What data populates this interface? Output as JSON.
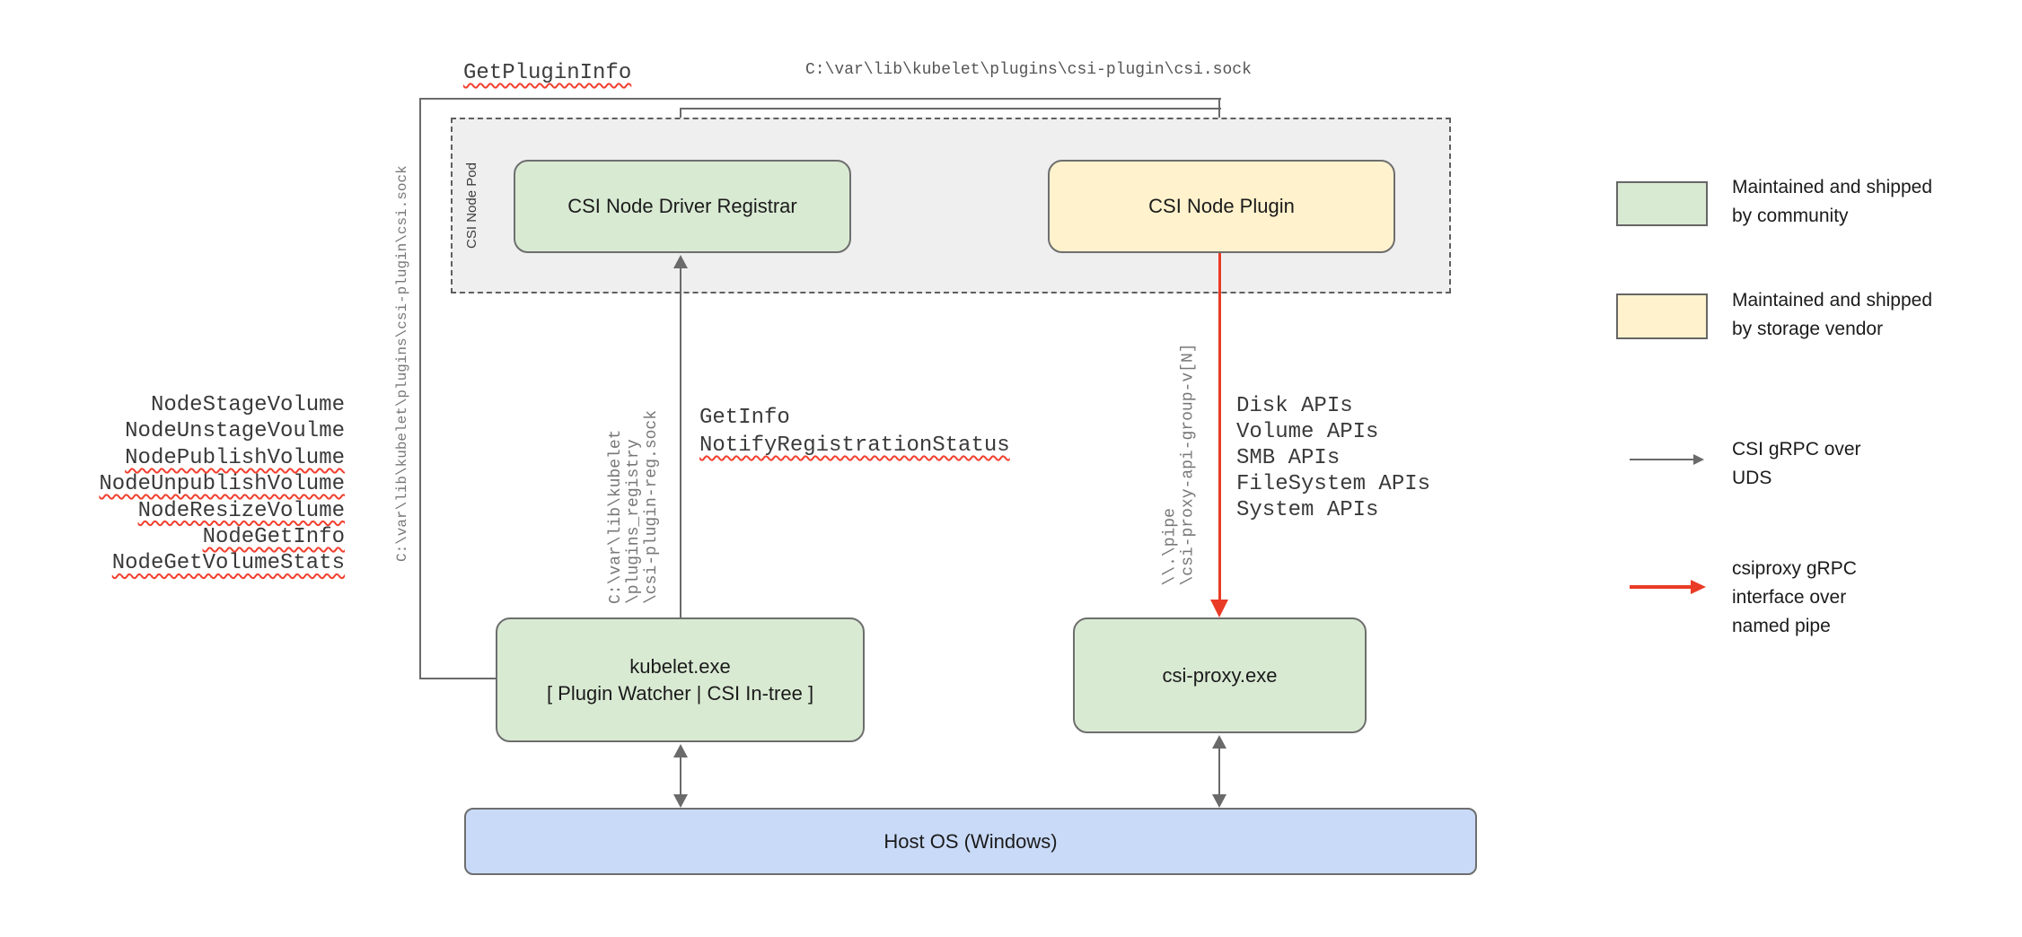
{
  "title": "CSI on Windows architecture diagram",
  "colors": {
    "community_green": "#d9ead3",
    "vendor_yellow": "#fff2cc",
    "host_blue": "#c9daf8",
    "pod_gray": "#efefef",
    "line_gray": "#6a6a6a",
    "grpc_red": "#e93b25",
    "squiggle_red": "#f23f2e"
  },
  "top": {
    "get_plugin_info": "GetPluginInfo",
    "csi_sock_path": "C:\\var\\lib\\kubelet\\plugins\\csi-plugin\\csi.sock"
  },
  "pod": {
    "label": "CSI Node Pod"
  },
  "boxes": {
    "registrar": "CSI Node Driver Registrar",
    "plugin": "CSI Node Plugin",
    "kubelet_line1": "kubelet.exe",
    "kubelet_line2": "[ Plugin Watcher | CSI In-tree ]",
    "csi_proxy": "csi-proxy.exe",
    "host_os": "Host OS (Windows)"
  },
  "left": {
    "node_calls": [
      "NodeStageVolume",
      "NodeUnstageVoulme",
      "NodePublishVolume",
      "NodeUnpublishVolume",
      "NodeResizeVolume",
      "NodeGetInfo",
      "NodeGetVolumeStats"
    ],
    "csi_sock_vertical": "C:\\var\\lib\\kubelet\\plugins\\csi-plugin\\csi.sock"
  },
  "registration": {
    "get_info": "GetInfo",
    "notify": "NotifyRegistrationStatus",
    "socket_path": "C:\\var\\lib\\kubelet\n\\plugins_registry\n\\csi-plugin-reg.sock"
  },
  "proxy": {
    "named_pipe": "\\\\.\\pipe\n\\csi-proxy-api-group-v[N]",
    "apis": [
      "Disk APIs",
      "Volume APIs",
      "SMB APIs",
      "FileSystem APIs",
      "System APIs"
    ]
  },
  "legend": {
    "community": "Maintained and shipped\nby community",
    "vendor": "Maintained and shipped\nby storage vendor",
    "uds": "CSI gRPC over\nUDS",
    "named_pipe": "csiproxy gRPC\ninterface over\nnamed pipe"
  }
}
